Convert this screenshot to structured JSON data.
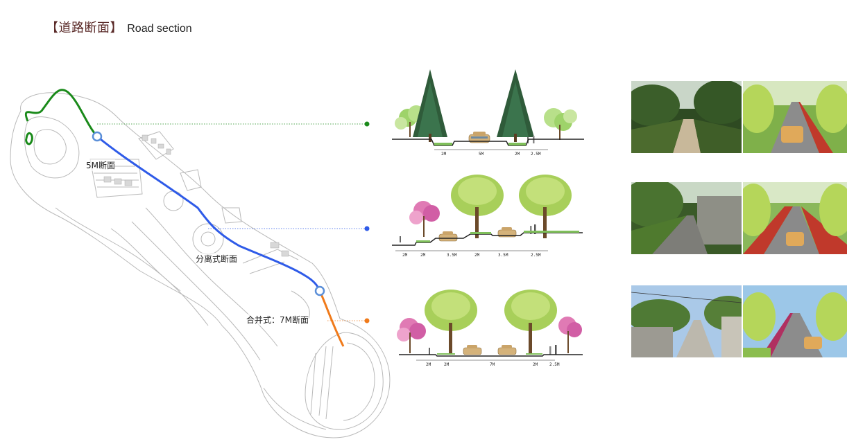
{
  "header": {
    "bracket_open": "【",
    "title_cn": "道路断面",
    "bracket_close": "】",
    "title_en": "Road section"
  },
  "map": {
    "labels": {
      "road_5m": "5M断面",
      "road_separated": "分离式断面",
      "road_combined": "合并式：7M断面"
    },
    "colors": {
      "green_road": "#1a8a1a",
      "blue_road": "#2f5be8",
      "orange_road": "#f07a1a"
    }
  },
  "sections": [
    {
      "id": "section-5m",
      "dims": [
        "2M",
        "5M",
        "2M",
        "2.5M"
      ]
    },
    {
      "id": "section-separated",
      "dims": [
        "2M",
        "2M",
        "3.5M",
        "2M",
        "3.5M",
        "2.5M"
      ]
    },
    {
      "id": "section-combined",
      "dims": [
        "2M",
        "2M",
        "7M",
        "2M",
        "2.5M"
      ]
    }
  ]
}
